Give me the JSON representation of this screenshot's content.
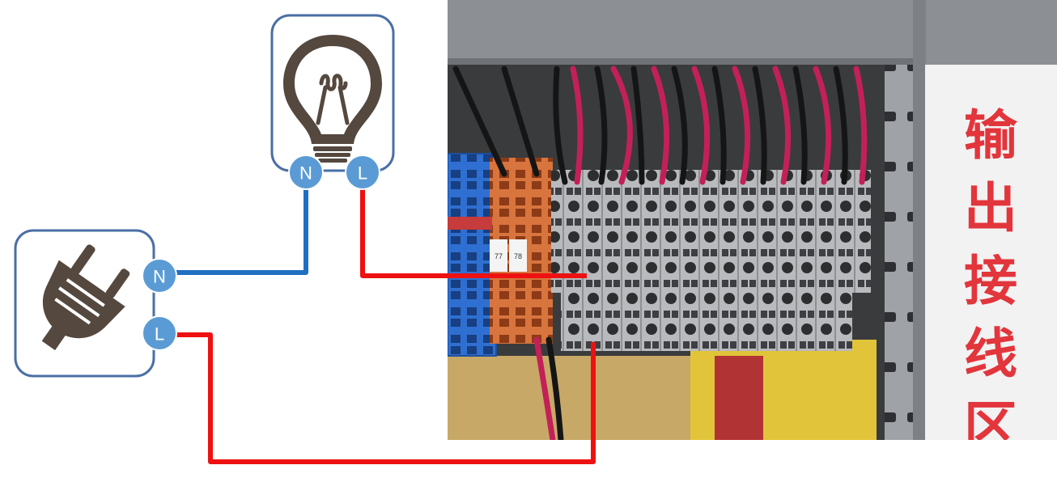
{
  "colors": {
    "box_border": "#4a6fa5",
    "terminal_fill": "#5b9bd5",
    "neutral_wire": "#1f6fc2",
    "live_wire": "#ee1111",
    "icon": "#54483f",
    "panel_label": "#e2353c"
  },
  "lamp": {
    "icon": "lightbulb-icon",
    "terminals": {
      "neutral": "N",
      "live": "L"
    }
  },
  "plug": {
    "icon": "plug-icon",
    "terminals": {
      "neutral": "N",
      "live": "L"
    }
  },
  "photo": {
    "panel_label": [
      "输",
      "出",
      "接",
      "线",
      "区"
    ],
    "terminal_tags": [
      "77",
      "78"
    ]
  }
}
